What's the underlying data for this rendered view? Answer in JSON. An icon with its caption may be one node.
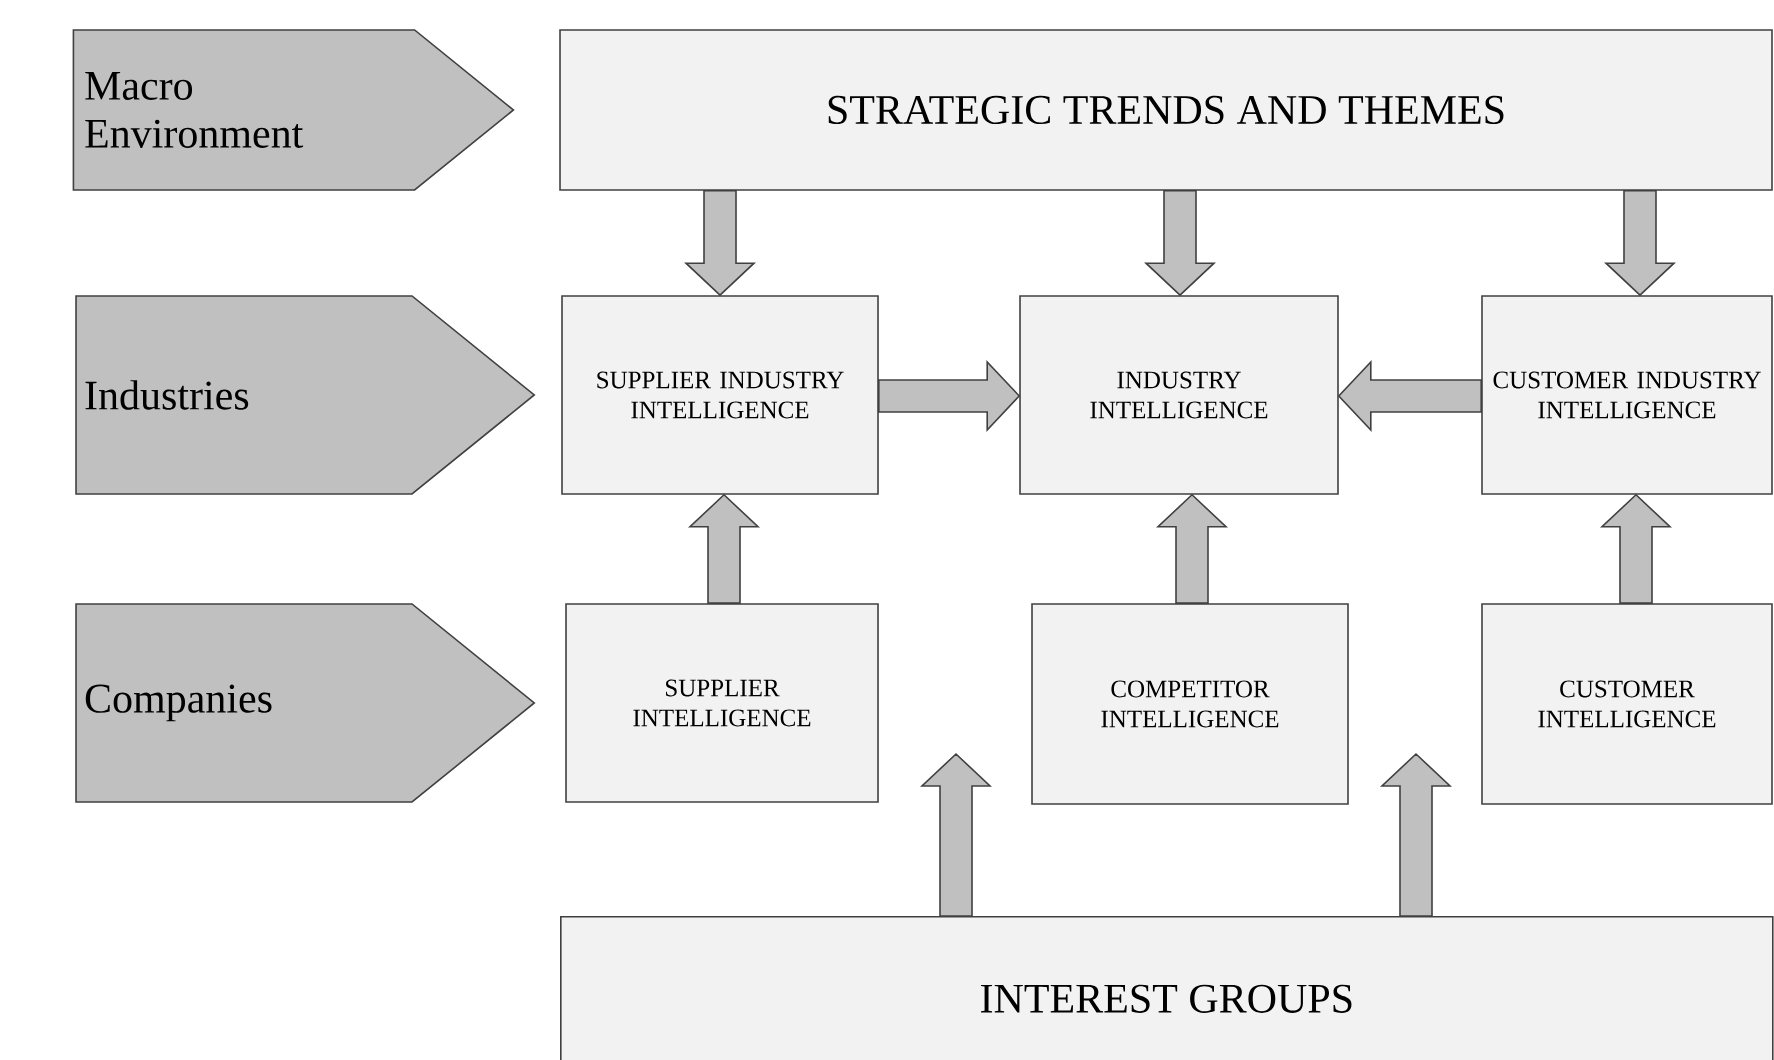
{
  "diagram": {
    "nodes": [
      {
        "text": [
          "Macro Environment"
        ]
      },
      {
        "text": [
          "Industries"
        ]
      },
      {
        "text": [
          "Companies"
        ]
      },
      {
        "text": [
          "STRATEGIC TRENDS AND THEMES"
        ]
      },
      {
        "text": [
          "SUPPLIER INDUSTRY INTELLIGENCE"
        ]
      },
      {
        "text": [
          "INDUSTRY INTELLIGENCE"
        ]
      },
      {
        "text": [
          "CUSTOMER INDUSTRY INTELLIGENCE"
        ]
      },
      {
        "text": [
          "SUPPLIER INTELLIGENCE"
        ]
      },
      {
        "text": [
          "COMPETITOR INTELLIGENCE"
        ]
      },
      {
        "text": [
          "CUSTOMER INTELLIGENCE"
        ]
      },
      {
        "text": [
          "INTEREST GROUPS"
        ]
      }
    ],
    "edges": [
      {
        "from": 3,
        "to": 4,
        "arrow": "to"
      },
      {
        "from": 3,
        "to": 5,
        "arrow": "to"
      },
      {
        "from": 3,
        "to": 6,
        "arrow": "to"
      },
      {
        "from": 4,
        "to": 5,
        "arrow": "to"
      },
      {
        "from": 6,
        "to": 5,
        "arrow": "to"
      },
      {
        "from": 7,
        "to": 4,
        "arrow": "to"
      },
      {
        "from": 8,
        "to": 5,
        "arrow": "to"
      },
      {
        "from": 9,
        "to": 6,
        "arrow": "to"
      },
      {
        "from": 10,
        "to": null,
        "arrow": "to"
      },
      {
        "from": 10,
        "to": null,
        "arrow": "to"
      }
    ]
  }
}
